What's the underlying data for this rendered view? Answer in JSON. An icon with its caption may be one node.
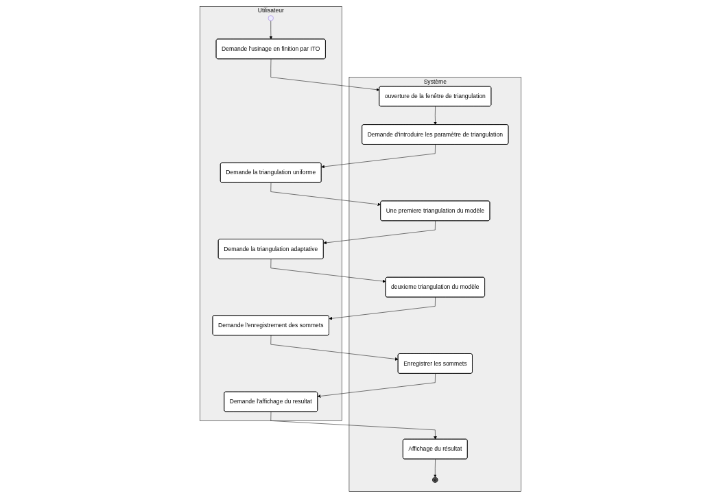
{
  "diagram": {
    "nodes": [
      {
        "text": [
          "Utilisateur"
        ]
      },
      {
        "text": [
          "Système"
        ]
      },
      {
        "text": [],
        "shape": "circle",
        "in": 0
      },
      {
        "text": [
          "Demande l'usinage en finition par ITO"
        ],
        "in": 0
      },
      {
        "text": [
          "ouverture de la fenêtre de triangulation"
        ],
        "in": 1
      },
      {
        "text": [
          "Demande d'introduire les paramètre de triangulation"
        ],
        "in": 1
      },
      {
        "text": [
          "Demande la triangulation uniforme"
        ],
        "in": 0
      },
      {
        "text": [
          "Une premiere triangulation du modèle"
        ],
        "in": 1
      },
      {
        "text": [
          "Demande la triangulation adaptative"
        ],
        "in": 0
      },
      {
        "text": [
          "deuxieme triangulation du modèle"
        ],
        "in": 1
      },
      {
        "text": [
          "Demande l'enregistrement des sommets"
        ],
        "in": 0
      },
      {
        "text": [
          "Enregistrer les sommets"
        ],
        "in": 1
      },
      {
        "text": [
          "Demande l'affichage du resultat"
        ],
        "in": 0
      },
      {
        "text": [
          "Affichage du résultat"
        ],
        "in": 1
      },
      {
        "text": [],
        "shape": "circle",
        "in": 1
      }
    ],
    "edges": [
      {
        "from": 2,
        "to": 3,
        "arrow": "to"
      },
      {
        "from": 3,
        "to": 4,
        "arrow": "to"
      },
      {
        "from": 4,
        "to": 5,
        "arrow": "to"
      },
      {
        "from": 5,
        "to": 6,
        "arrow": "to"
      },
      {
        "from": 6,
        "to": 7,
        "arrow": "to"
      },
      {
        "from": 7,
        "to": 8,
        "arrow": "to"
      },
      {
        "from": 8,
        "to": 9,
        "arrow": "to"
      },
      {
        "from": 9,
        "to": 10,
        "arrow": "to"
      },
      {
        "from": 10,
        "to": 11,
        "arrow": "to"
      },
      {
        "from": 11,
        "to": 12,
        "arrow": "to"
      },
      {
        "from": 12,
        "to": 13,
        "arrow": "to"
      },
      {
        "from": 13,
        "to": 14,
        "arrow": "to"
      }
    ]
  }
}
